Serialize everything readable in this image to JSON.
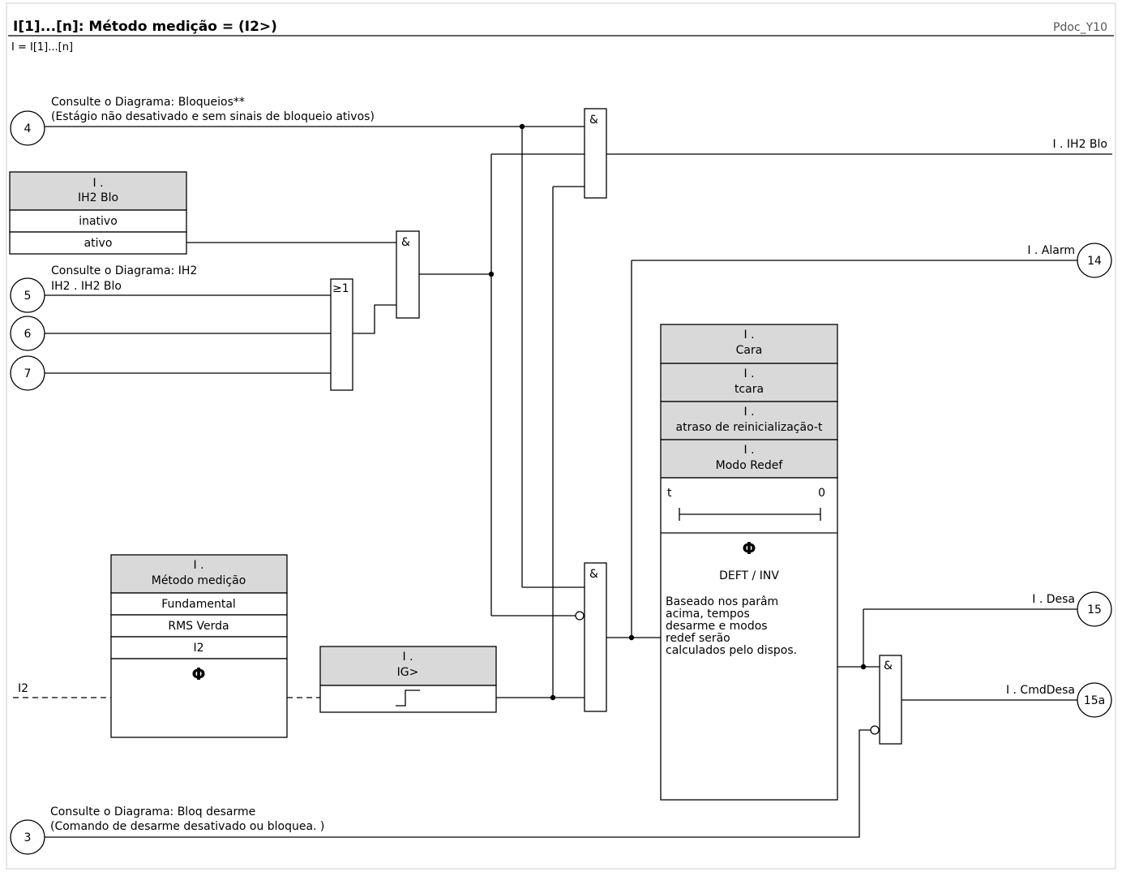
{
  "header": {
    "title": "I[1]...[n]: Método medição = (I2>)",
    "doc_id": "Pdoc_Y10",
    "subtitle": "I = I[1]...[n]"
  },
  "connectors": {
    "c4": "4",
    "c5": "5",
    "c6": "6",
    "c7": "7",
    "c3": "3",
    "c14": "14",
    "c15": "15",
    "c15a": "15a"
  },
  "annotations": {
    "blocking_line1": "Consulte o Diagrama: Bloqueios**",
    "blocking_line2": "(Estágio não desativado e sem sinais de bloqueio ativos)",
    "ih2_line1": "Consulte o Diagrama: IH2",
    "ih2_line2": "IH2 . IH2 Blo",
    "trip_block_line1": "Consulte o Diagrama: Bloq desarme",
    "trip_block_line2": "(Comando de desarme desativado ou bloquea. )",
    "input_i2": "I2"
  },
  "outputs": {
    "ih2_blo": "I . IH2 Blo",
    "alarm": "I . Alarm",
    "desa": "I . Desa",
    "cmd_desa": "I . CmdDesa"
  },
  "ih2_block_setting": {
    "header_line1": "I .",
    "header_line2": "IH2 Blo",
    "options": [
      "inativo",
      "ativo"
    ]
  },
  "measurement_method": {
    "header_line1": "I .",
    "header_line2": "Método medição",
    "options": [
      "Fundamental",
      "RMS Verda",
      "I2"
    ],
    "symbol": "Φ"
  },
  "ig_threshold": {
    "header_line1": "I .",
    "header_line2": "IG>"
  },
  "timer_block": {
    "params": [
      {
        "line1": "I .",
        "line2": "Cara"
      },
      {
        "line1": "I .",
        "line2": "tcara"
      },
      {
        "line1": "I .",
        "line2": "atraso de reinicialização-t"
      },
      {
        "line1": "I .",
        "line2": "Modo Redef"
      }
    ],
    "t_label": "t",
    "zero_label": "0",
    "symbol": "Φ",
    "mode": "DEFT / INV",
    "description": [
      "Baseado nos parâm",
      "acima, tempos",
      "desarme e modos",
      "redef serão",
      "calculados pelo dispos."
    ]
  },
  "gates": {
    "and_symbol": "&",
    "or_symbol": "≥1"
  }
}
